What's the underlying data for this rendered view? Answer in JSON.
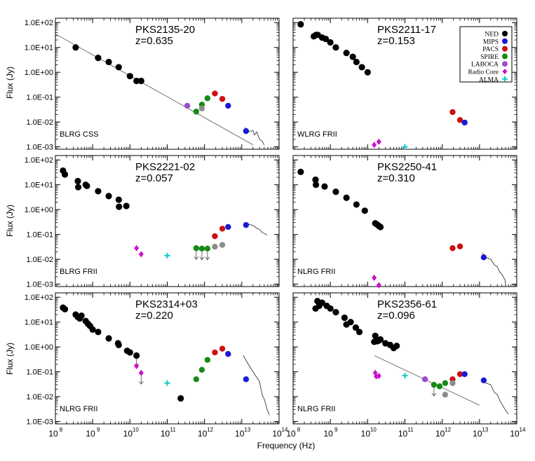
{
  "figure": {
    "xlabel": "Frequency (Hz)",
    "ylabel": "Flux (Jy)",
    "x_ticks": [
      "10",
      "10",
      "10",
      "10",
      "10",
      "10",
      "10"
    ],
    "x_tick_exponents": [
      "8",
      "9",
      "10",
      "11",
      "12",
      "13",
      "14"
    ],
    "y_ticks": [
      "1.0E+02",
      "1.0E+01",
      "1.0E+00",
      "1.0E-01",
      "1.0E-02",
      "1.0E-03"
    ]
  },
  "legend": {
    "entries": [
      {
        "label": "NED",
        "color": "#000000",
        "marker": "circle"
      },
      {
        "label": "MIPS",
        "color": "#1a1ad6",
        "marker": "circle"
      },
      {
        "label": "PACS",
        "color": "#cc1010",
        "marker": "circle"
      },
      {
        "label": "SPIRE",
        "color": "#168a16",
        "marker": "circle"
      },
      {
        "label": "LABOCA",
        "color": "#9b4fd0",
        "marker": "circle"
      },
      {
        "label": "Radio Core",
        "color": "#cc10cc",
        "marker": "diamond"
      },
      {
        "label": "ALMA",
        "color": "#10c8c8",
        "marker": "cross"
      }
    ]
  },
  "colors": {
    "NED": "#000000",
    "MIPS": "#1a1ad6",
    "PACS": "#cc1010",
    "SPIRE": "#168a16",
    "LABOCA": "#9b4fd0",
    "RadioCore": "#cc10cc",
    "ALMA": "#10c8c8",
    "gray": "#8c8c8c"
  },
  "chart_data": [
    {
      "type": "scatter",
      "title": "PKS2135-20",
      "subtitle": "z=0.635",
      "class_label": "BLRG CSS",
      "xlim": [
        100000000.0,
        100000000000000.0
      ],
      "ylim": [
        0.0008,
        150
      ],
      "xscale": "log",
      "yscale": "log",
      "series": [
        {
          "name": "NED",
          "x": [
            350000000.0,
            1400000000.0,
            2700000000.0,
            5000000000.0,
            10000000000.0,
            15000000000.0,
            20000000000.0
          ],
          "y": [
            10,
            3.8,
            2.6,
            1.6,
            0.7,
            0.45,
            0.45
          ]
        },
        {
          "name": "PACS",
          "x": [
            1900000000000.0,
            3000000000000.0
          ],
          "y": [
            0.14,
            0.085
          ]
        },
        {
          "name": "SPIRE",
          "x": [
            600000000000.0,
            850000000000.0,
            1200000000000.0
          ],
          "y": [
            0.026,
            0.05,
            0.09
          ]
        },
        {
          "name": "LABOCA",
          "x": [
            345000000000.0
          ],
          "y": [
            0.045
          ]
        },
        {
          "name": "MIPS",
          "x": [
            4300000000000.0,
            13000000000000.0
          ],
          "y": [
            0.045,
            0.0043
          ]
        },
        {
          "name": "gray",
          "x": [
            850000000000.0
          ],
          "y": [
            0.035
          ]
        }
      ],
      "fit_line": {
        "x": [
          100000000.0,
          20000000000000.0
        ],
        "y": [
          35,
          0.0012
        ]
      },
      "ir_spectrum": {
        "x": [
          12000000000000.0,
          15000000000000.0,
          20000000000000.0,
          22000000000000.0,
          25000000000000.0,
          30000000000000.0,
          35000000000000.0,
          40000000000000.0
        ],
        "y": [
          0.006,
          0.004,
          0.0045,
          0.003,
          0.004,
          0.002,
          0.0017,
          0.0012
        ]
      }
    },
    {
      "type": "scatter",
      "title": "PKS2211-17",
      "subtitle": "z=0.153",
      "class_label": "WLRG FRII",
      "xlim": [
        100000000.0,
        100000000000000.0
      ],
      "ylim": [
        0.0008,
        150
      ],
      "xscale": "log",
      "yscale": "log",
      "series": [
        {
          "name": "NED",
          "x": [
            160000000.0,
            360000000.0,
            410000000.0,
            460000000.0,
            600000000.0,
            750000000.0,
            1000000000.0,
            1400000000.0,
            2700000000.0,
            4000000000.0,
            5000000000.0,
            7000000000.0,
            10000000000.0
          ],
          "y": [
            85,
            28,
            32,
            32,
            25,
            22,
            16,
            10,
            6,
            4.2,
            2.6,
            1.6,
            1
          ]
        },
        {
          "name": "PACS",
          "x": [
            1900000000000.0,
            3000000000000.0
          ],
          "y": [
            0.025,
            0.012
          ]
        },
        {
          "name": "MIPS",
          "x": [
            4000000000000.0
          ],
          "y": [
            0.0095
          ]
        },
        {
          "name": "RadioCore",
          "x": [
            15000000000.0,
            20000000000.0
          ],
          "y": [
            0.0012,
            0.0016
          ]
        },
        {
          "name": "ALMA",
          "x": [
            100000000000.0
          ],
          "y": [
            0.001
          ]
        }
      ]
    },
    {
      "type": "scatter",
      "title": "PKS2221-02",
      "subtitle": "z=0.057",
      "class_label": "BLRG FRII",
      "xlim": [
        100000000.0,
        100000000000000.0
      ],
      "ylim": [
        0.0008,
        150
      ],
      "xscale": "log",
      "yscale": "log",
      "series": [
        {
          "name": "NED",
          "x": [
            160000000.0,
            180000000.0,
            400000000.0,
            410000000.0,
            650000000.0,
            700000000.0,
            1400000000.0,
            2700000000.0,
            5000000000.0,
            5100000000.0,
            8000000000.0
          ],
          "y": [
            37,
            26,
            14,
            8,
            10,
            9,
            5.5,
            3.5,
            2.5,
            1.3,
            1.4
          ]
        },
        {
          "name": "RadioCore",
          "x": [
            15000000000.0,
            20000000000.0
          ],
          "y": [
            0.028,
            0.016
          ]
        },
        {
          "name": "ALMA",
          "x": [
            100000000000.0
          ],
          "y": [
            0.014
          ]
        },
        {
          "name": "SPIRE",
          "x": [
            600000000000.0,
            850000000000.0,
            1200000000000.0
          ],
          "y": [
            0.028,
            0.027,
            0.027
          ]
        },
        {
          "name": "PACS",
          "x": [
            1900000000000.0,
            3000000000000.0
          ],
          "y": [
            0.085,
            0.17
          ]
        },
        {
          "name": "MIPS",
          "x": [
            4300000000000.0,
            13000000000000.0
          ],
          "y": [
            0.2,
            0.24
          ]
        },
        {
          "name": "gray",
          "x": [
            1900000000000.0,
            3000000000000.0
          ],
          "y": [
            0.032,
            0.038
          ]
        }
      ],
      "upper_limits": {
        "x": [
          600000000000.0,
          850000000000.0,
          1200000000000.0
        ]
      },
      "ir_spectrum": {
        "x": [
          11000000000000.0,
          15000000000000.0,
          20000000000000.0,
          25000000000000.0,
          30000000000000.0,
          35000000000000.0,
          40000000000000.0,
          48000000000000.0
        ],
        "y": [
          0.22,
          0.26,
          0.23,
          0.18,
          0.16,
          0.12,
          0.11,
          0.095
        ]
      }
    },
    {
      "type": "scatter",
      "title": "PKS2250-41",
      "subtitle": "z=0.310",
      "class_label": "NLRG FRII",
      "xlim": [
        100000000.0,
        100000000000000.0
      ],
      "ylim": [
        0.0008,
        150
      ],
      "xscale": "log",
      "yscale": "log",
      "series": [
        {
          "name": "NED",
          "x": [
            160000000.0,
            400000000.0,
            410000000.0,
            700000000.0,
            1400000000.0,
            2700000000.0,
            5000000000.0,
            8400000000.0,
            16000000000.0,
            18000000000.0,
            20000000000.0,
            22000000000.0
          ],
          "y": [
            33,
            16,
            10,
            8.5,
            5.2,
            3,
            1.6,
            0.9,
            0.28,
            0.25,
            0.22,
            0.2
          ]
        },
        {
          "name": "PACS",
          "x": [
            1900000000000.0,
            3000000000000.0
          ],
          "y": [
            0.028,
            0.033
          ]
        },
        {
          "name": "MIPS",
          "x": [
            13000000000000.0
          ],
          "y": [
            0.012
          ]
        },
        {
          "name": "RadioCore",
          "x": [
            15000000000.0,
            20000000000.0
          ],
          "y": [
            0.0018,
            0.0009
          ]
        }
      ],
      "ir_spectrum": {
        "x": [
          12000000000000.0,
          15000000000000.0,
          20000000000000.0,
          25000000000000.0,
          30000000000000.0,
          35000000000000.0,
          40000000000000.0,
          48000000000000.0,
          50000000000000.0
        ],
        "y": [
          0.018,
          0.012,
          0.01,
          0.006,
          0.005,
          0.003,
          0.0025,
          0.0015,
          0.001
        ]
      }
    },
    {
      "type": "scatter",
      "title": "PKS2314+03",
      "subtitle": "z=0.220",
      "class_label": "NLRG FRII",
      "xlim": [
        100000000.0,
        100000000000000.0
      ],
      "ylim": [
        0.0008,
        150
      ],
      "xscale": "log",
      "yscale": "log",
      "series": [
        {
          "name": "NED",
          "x": [
            160000000.0,
            180000000.0,
            350000000.0,
            400000000.0,
            450000000.0,
            500000000.0,
            650000000.0,
            750000000.0,
            850000000.0,
            1000000000.0,
            1400000000.0,
            2700000000.0,
            4800000000.0,
            5000000000.0,
            8400000000.0,
            10000000000.0,
            15000000000.0,
            230000000000.0
          ],
          "y": [
            38,
            33,
            20,
            16,
            14,
            18,
            11,
            8.5,
            7,
            5,
            4,
            2.2,
            1.4,
            1.2,
            0.7,
            0.6,
            0.45,
            0.0085
          ]
        },
        {
          "name": "RadioCore",
          "x": [
            15000000000.0,
            20000000000.0
          ],
          "y": [
            0.17,
            0.09
          ]
        },
        {
          "name": "ALMA",
          "x": [
            100000000000.0
          ],
          "y": [
            0.035
          ]
        },
        {
          "name": "SPIRE",
          "x": [
            600000000000.0,
            850000000000.0,
            1200000000000.0
          ],
          "y": [
            0.05,
            0.12,
            0.3
          ]
        },
        {
          "name": "PACS",
          "x": [
            1900000000000.0,
            3000000000000.0
          ],
          "y": [
            0.6,
            0.85
          ]
        },
        {
          "name": "MIPS",
          "x": [
            4300000000000.0,
            13000000000000.0
          ],
          "y": [
            0.52,
            0.05
          ]
        }
      ],
      "upper_limits": {
        "x": [
          15000000000.0,
          20000000000.0
        ]
      },
      "ir_spectrum": {
        "x": [
          11000000000000.0,
          15000000000000.0,
          20000000000000.0,
          25000000000000.0,
          30000000000000.0,
          35000000000000.0,
          40000000000000.0,
          48000000000000.0,
          55000000000000.0
        ],
        "y": [
          0.45,
          0.2,
          0.1,
          0.06,
          0.04,
          0.012,
          0.008,
          0.003,
          0.0018
        ]
      }
    },
    {
      "type": "scatter",
      "title": "PKS2356-61",
      "subtitle": "z=0.096",
      "class_label": "NLRG FRII",
      "xlim": [
        100000000.0,
        100000000000000.0
      ],
      "ylim": [
        0.0008,
        150
      ],
      "xscale": "log",
      "yscale": "log",
      "series": [
        {
          "name": "NED",
          "x": [
            400000000.0,
            450000000.0,
            500000000.0,
            600000000.0,
            800000000.0,
            1000000000.0,
            1400000000.0,
            2400000000.0,
            2700000000.0,
            3500000000.0,
            4800000000.0,
            6000000000.0,
            15000000000.0,
            16000000000.0,
            18000000000.0,
            20000000000.0,
            22000000000.0,
            30000000000.0,
            40000000000.0,
            50000000000.0,
            60000000000.0
          ],
          "y": [
            35,
            70,
            45,
            60,
            45,
            35,
            25,
            15,
            8,
            10,
            6,
            4,
            1.6,
            2.8,
            1.7,
            1.8,
            2,
            1.4,
            1.2,
            0.9,
            1.1
          ]
        },
        {
          "name": "RadioCore",
          "x": [
            16000000000.0,
            17000000000.0,
            20000000000.0
          ],
          "y": [
            0.09,
            0.065,
            0.068
          ]
        },
        {
          "name": "ALMA",
          "x": [
            100000000000.0
          ],
          "y": [
            0.07
          ]
        },
        {
          "name": "LABOCA",
          "x": [
            345000000000.0
          ],
          "y": [
            0.05
          ]
        },
        {
          "name": "SPIRE",
          "x": [
            600000000000.0,
            850000000000.0,
            1200000000000.0
          ],
          "y": [
            0.03,
            0.026,
            0.035
          ]
        },
        {
          "name": "PACS",
          "x": [
            1900000000000.0,
            3000000000000.0
          ],
          "y": [
            0.05,
            0.08
          ]
        },
        {
          "name": "MIPS",
          "x": [
            4000000000000.0,
            13000000000000.0
          ],
          "y": [
            0.08,
            0.045
          ]
        },
        {
          "name": "gray",
          "x": [
            1200000000000.0,
            1900000000000.0
          ],
          "y": [
            0.012,
            0.035
          ]
        }
      ],
      "upper_limits": {
        "x": [
          600000000000.0
        ]
      },
      "fit_line": {
        "x": [
          15000000000.0,
          10000000000000.0
        ],
        "y": [
          0.45,
          0.0045
        ]
      },
      "ir_spectrum": {
        "x": [
          12000000000000.0,
          15000000000000.0,
          20000000000000.0,
          25000000000000.0,
          30000000000000.0,
          35000000000000.0,
          40000000000000.0,
          50000000000000.0,
          60000000000000.0
        ],
        "y": [
          0.05,
          0.035,
          0.03,
          0.015,
          0.012,
          0.007,
          0.005,
          0.0028,
          0.002
        ]
      }
    }
  ]
}
